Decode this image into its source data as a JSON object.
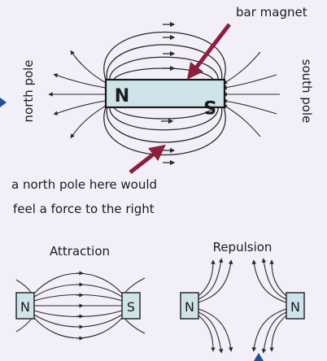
{
  "diagram": {
    "magnet_label": "bar magnet",
    "north_pole_label": "north pole",
    "south_pole_label": "south pole",
    "north_mark": "N",
    "south_mark": "S",
    "note_line1": "a north pole here would",
    "note_line2": "feel a force to the right"
  },
  "attraction": {
    "title": "Attraction",
    "left_mark": "N",
    "right_mark": "S"
  },
  "repulsion": {
    "title": "Repulsion",
    "left_mark": "N",
    "right_mark": "N"
  },
  "colors": {
    "background": "#f3eff8",
    "magnet_fill": "#cfe3ea",
    "pointer": "#8c1f3c",
    "field_line": "#2a2a2a",
    "side_marker": "#1f4e9a"
  }
}
